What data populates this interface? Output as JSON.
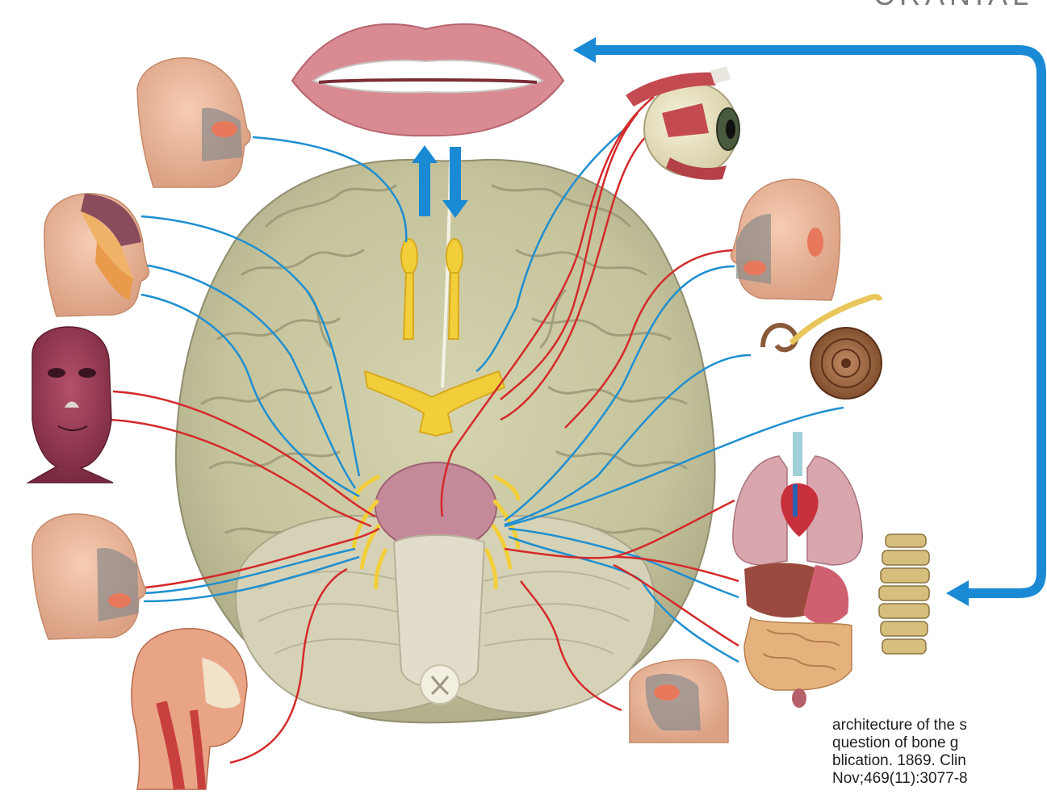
{
  "figure": {
    "top_fragment_text": "CRANIAL",
    "colors": {
      "sensory_nerve": "#1f8fd0",
      "motor_nerve": "#d42a2a",
      "cranial_nerve_yellow": "#f2cf3a",
      "feedback_arrow": "#1a8ad4",
      "brain": "#c9c7a1",
      "brainstem_pink": "#c48a9a"
    },
    "icons": [
      "nose-head-icon",
      "trigeminal-face-icon",
      "facial-muscles-icon",
      "oral-head-icon",
      "neck-muscles-icon",
      "mouth-lips-icon",
      "eye-muscles-icon",
      "taste-head-icon",
      "cochlea-icon",
      "thoracic-abdominal-organs-icon",
      "cervical-spine-icon",
      "throat-icon"
    ]
  },
  "caption_lines": [
    "architecture of the s",
    "question of bone g",
    "blication. 1869. Clin",
    "Nov;469(11):3077-8"
  ]
}
